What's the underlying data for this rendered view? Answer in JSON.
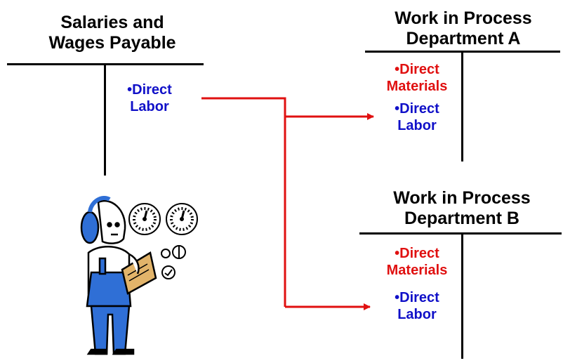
{
  "colors": {
    "labor": "#1010c8",
    "materials": "#e01010",
    "arrow": "#e01010",
    "lines": "#000000"
  },
  "salaries_account": {
    "title_line1": "Salaries and",
    "title_line2": "Wages Payable",
    "credit_line1": "•Direct",
    "credit_line2": "Labor"
  },
  "wip_a": {
    "title_line1": "Work in Process",
    "title_line2": "Department A",
    "materials_line1": "•Direct",
    "materials_line2": "Materials",
    "labor_line1": "•Direct",
    "labor_line2": "Labor"
  },
  "wip_b": {
    "title_line1": "Work in Process",
    "title_line2": "Department B",
    "materials_line1": "•Direct",
    "materials_line2": "Materials",
    "labor_line1": "•Direct",
    "labor_line2": "Labor"
  },
  "illustration": {
    "icon": "worker-with-clipboard-and-gauges"
  }
}
